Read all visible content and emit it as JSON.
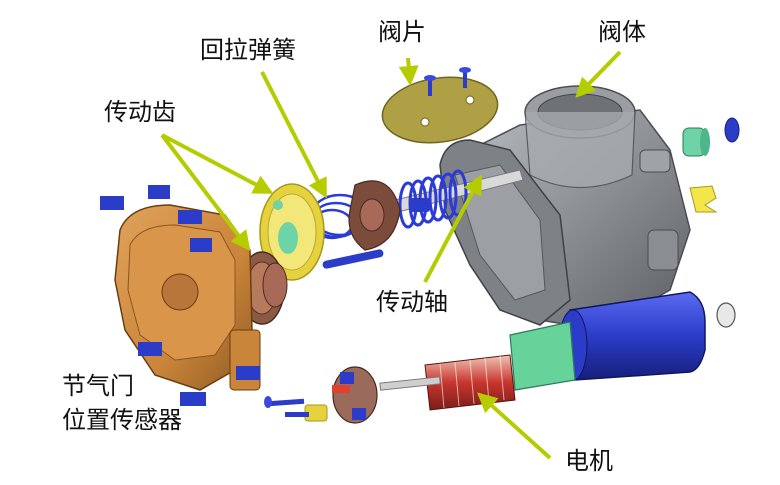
{
  "labels": {
    "return_spring": "回拉弹簧",
    "valve_plate": "阀片",
    "valve_body": "阀体",
    "drive_gear": "传动齿",
    "drive_shaft": "传动轴",
    "tps_line1": "节气门",
    "tps_line2": "位置传感器",
    "motor": "电机"
  },
  "colors": {
    "arrow": "#b5cc00",
    "body_gray": "#8c8f94",
    "housing_orange": "#c9853a",
    "gear_yellow": "#e6d23c",
    "spring_blue": "#2a3bd6",
    "plate_olive": "#b0a045",
    "motor_blue": "#2b3cc8",
    "armature_red": "#c8352e",
    "commutator_green": "#67d29a"
  }
}
